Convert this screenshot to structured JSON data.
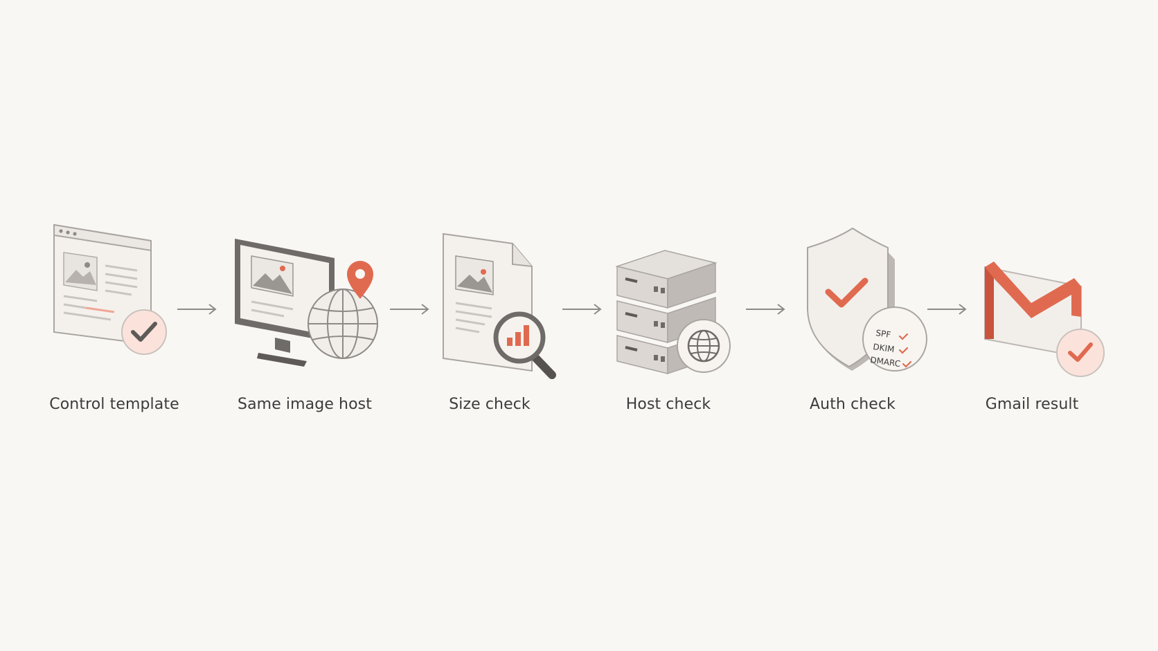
{
  "colors": {
    "accent": "#e06a50",
    "accent_soft": "#fbe3dc",
    "line": "#8e8a86",
    "paper": "#f3f0ec",
    "background": "#f9f7f4"
  },
  "steps": [
    {
      "label": "Control template",
      "icon": "web-template-check-icon"
    },
    {
      "label": "Same image host",
      "icon": "monitor-globe-pin-icon"
    },
    {
      "label": "Size check",
      "icon": "document-magnifier-chart-icon"
    },
    {
      "label": "Host check",
      "icon": "server-globe-icon"
    },
    {
      "label": "Auth check",
      "icon": "shield-check-auth-icon"
    },
    {
      "label": "Gmail result",
      "icon": "gmail-check-icon"
    }
  ],
  "auth_badge": {
    "lines": [
      "SPF",
      "DKIM",
      "DMARC"
    ]
  }
}
